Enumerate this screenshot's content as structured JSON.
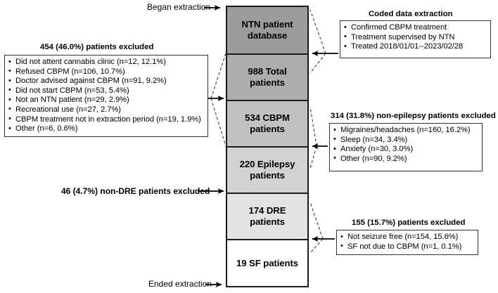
{
  "diagram": {
    "title": "Patient selection flow diagram",
    "colors": {
      "box_border": "#1a1a1a",
      "panel_border": "#333333",
      "text": "#000000",
      "shade_1": "#9c9c9c",
      "shade_2": "#adadad",
      "shade_3": "#c2c2c2",
      "shade_4": "#d2d2d2",
      "shade_5": "#e3e3e3",
      "shade_6": "#ffffff"
    }
  },
  "flow": {
    "start_label": "Began extraction",
    "end_label": "Ended extraction",
    "boxes": [
      {
        "id": "ntn-database",
        "label": "NTN patient database",
        "shade": "#9c9c9c"
      },
      {
        "id": "total-patients",
        "label": "988 Total patients",
        "shade": "#adadad"
      },
      {
        "id": "cbpm-patients",
        "label": "534 CBPM patients",
        "shade": "#c2c2c2"
      },
      {
        "id": "epilepsy-patients",
        "label": "220 Epilepsy patients",
        "shade": "#d2d2d2"
      },
      {
        "id": "dre-patients",
        "label": "174 DRE patients",
        "shade": "#e3e3e3"
      },
      {
        "id": "sf-patients",
        "label": "19 SF patients",
        "shade": "#ffffff"
      }
    ]
  },
  "panels": {
    "excluded_1": {
      "title": "454 (46.0%) patients excluded",
      "items": [
        "Did not attent cannabis clinic (n=12, 12.1%)",
        "Refused CBPM (n=106, 10.7%)",
        "Doctor advised against CBPM (n=91, 9.2%)",
        "Did not start CBPM (n=53, 5.4%)",
        "Not an NTN patient (n=29, 2.9%)",
        "Recreational use (n=27, 2.7%)",
        "CBPM treatment not in extraction period (n=19, 1.9%)",
        "Other (n=6, 0.6%)"
      ]
    },
    "coded_extraction": {
      "title": "Coded data extraction",
      "items": [
        "Confirmed CBPM treatment",
        "Treatment supervised by NTN",
        "Treated 2018/01/01--2023/02/28"
      ]
    },
    "excluded_2": {
      "title": "314 (31.8%) non-epilepsy patients excluded",
      "items": [
        "Migraines/headaches (n=160, 16.2%)",
        "Sleep (n=34, 3.4%)",
        "Anxiety (n=30, 3.0%)",
        "Other (n=90, 9.2%)"
      ]
    },
    "excluded_3": {
      "title": "155 (15.7%) patients excluded",
      "items": [
        "Not seizure free (n=154, 15.6%)",
        "SF not due to CBPM (n=1, 0.1%)"
      ]
    },
    "excluded_non_dre": {
      "title": "46 (4.7%) non-DRE patients excluded"
    }
  }
}
